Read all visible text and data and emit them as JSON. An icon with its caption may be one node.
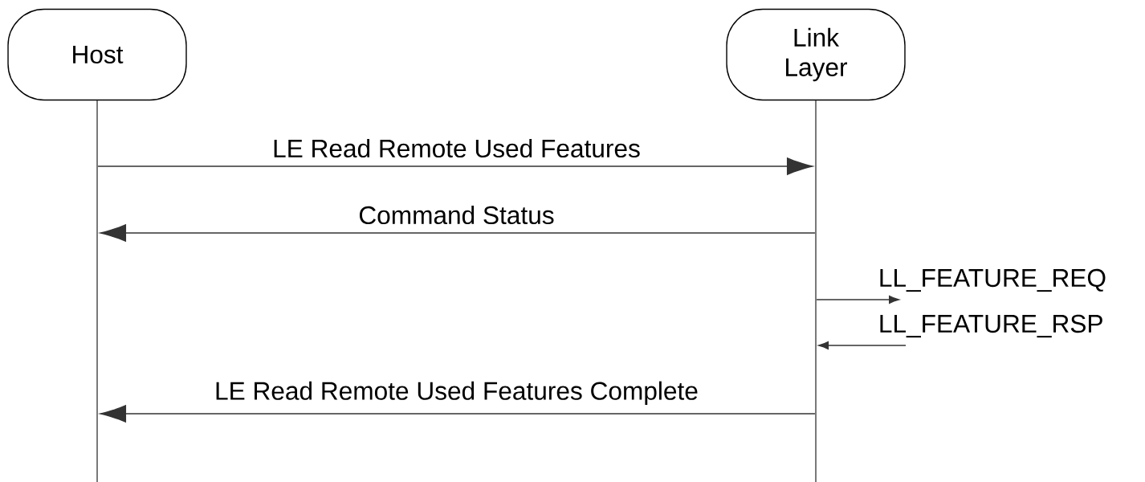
{
  "diagram": {
    "nodes": [
      {
        "text": [
          "Host"
        ]
      },
      {
        "text": [
          "Link Layer"
        ]
      },
      {
        "text": [],
        "shape": "bar"
      },
      {
        "text": [],
        "shape": "bar"
      }
    ],
    "edges": [
      {
        "from": 2,
        "to": 3,
        "arrow": "to",
        "label": "LE Read Remote Used Features"
      },
      {
        "from": 3,
        "to": 2,
        "arrow": "to",
        "label": "Command Status"
      },
      {
        "from": 3,
        "to": null,
        "arrow": "to",
        "label": "LL_FEATURE_REQ"
      },
      {
        "from": null,
        "to": 3,
        "arrow": "to",
        "label": "LL_FEATURE_RSP"
      },
      {
        "from": 3,
        "to": 2,
        "arrow": "to",
        "label": "LE Read Remote Used Features Complete"
      }
    ]
  }
}
